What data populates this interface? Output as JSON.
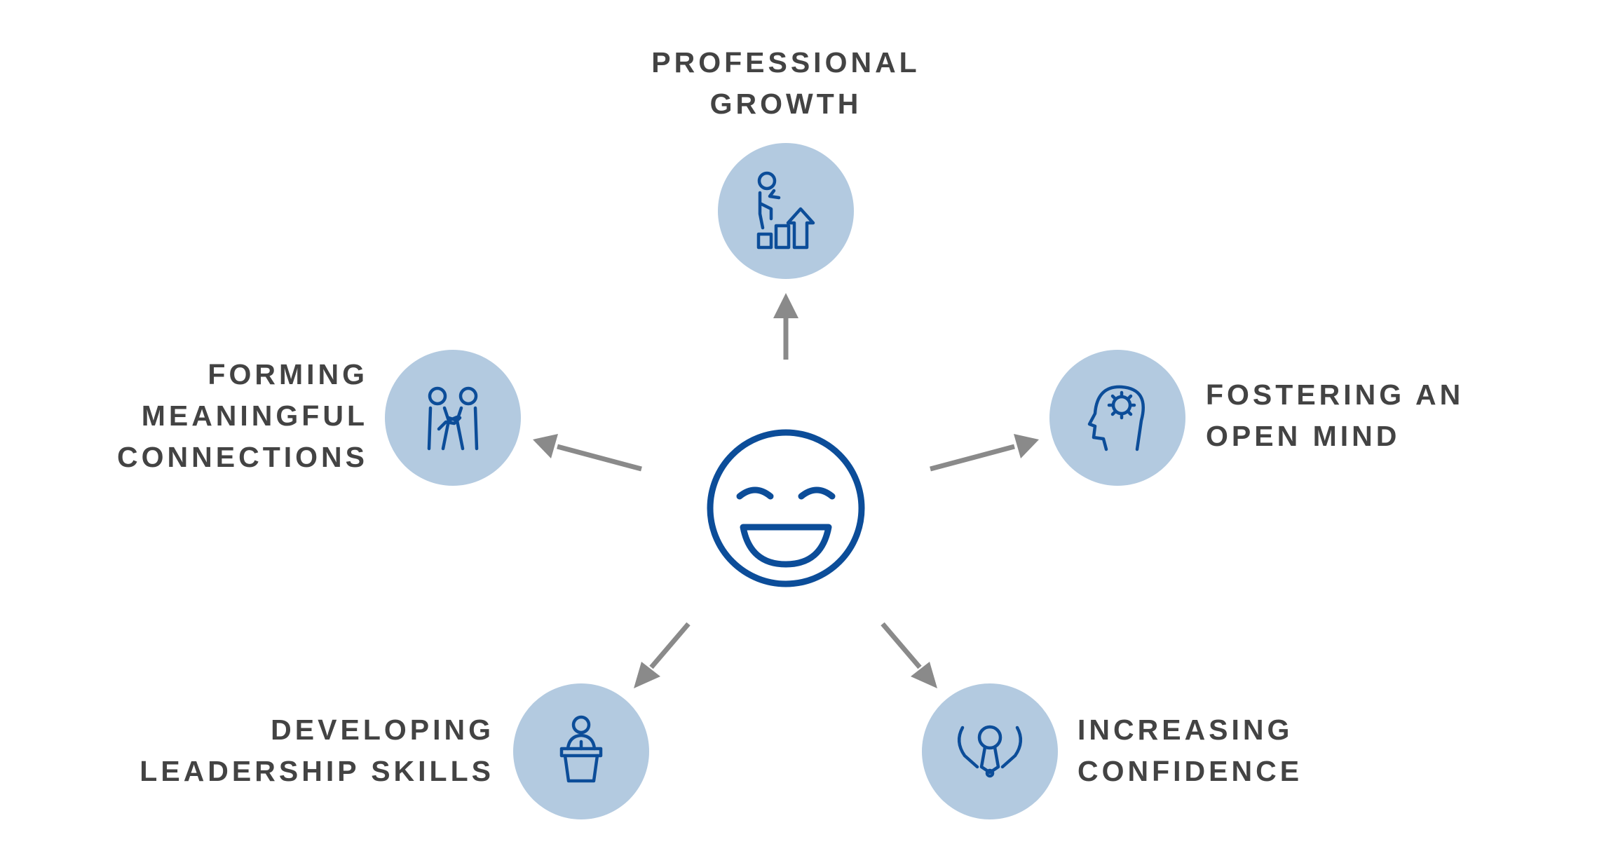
{
  "colors": {
    "circle_fill": "#b3cae0",
    "icon_stroke": "#0c4d99",
    "arrow": "#8a8a8a",
    "text": "#434343"
  },
  "center": {
    "icon": "laughing-face-icon"
  },
  "nodes": {
    "professional_growth": {
      "line1": "PROFESSIONAL",
      "line2": "GROWTH",
      "icon": "climbing-growth-icon"
    },
    "connections": {
      "line1": "FORMING",
      "line2": "MEANINGFUL",
      "line3": "CONNECTIONS",
      "icon": "handshake-icon"
    },
    "open_mind": {
      "line1": "FOSTERING AN",
      "line2": "OPEN MIND",
      "icon": "head-gear-icon"
    },
    "leadership": {
      "line1": "DEVELOPING",
      "line2": "LEADERSHIP SKILLS",
      "icon": "podium-speaker-icon"
    },
    "confidence": {
      "line1": "INCREASING",
      "line2": "CONFIDENCE",
      "icon": "raised-hands-medal-icon"
    }
  }
}
